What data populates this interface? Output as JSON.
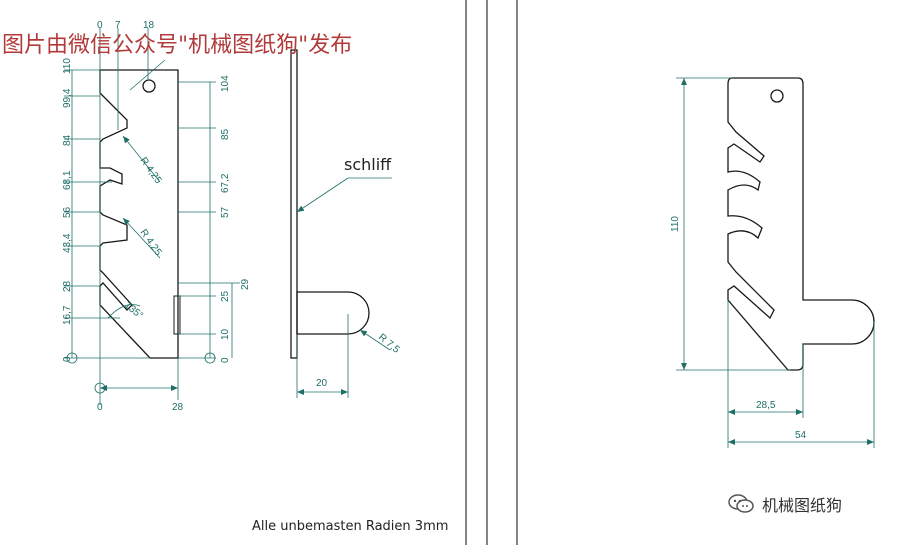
{
  "overlay_title": "图片由微信公众号\"机械图纸狗\"发布",
  "watermark": {
    "text": "机械图纸狗",
    "icon": "wechat-icon"
  },
  "drawing": {
    "line_color": "#1a1a1a",
    "dim_color": "#1f6f67",
    "front_view": {
      "top_dims": [
        "0",
        "7",
        "18"
      ],
      "left_dims": [
        "110",
        "99,4",
        "84",
        "68,1",
        "56",
        "43,4",
        "28",
        "16,7",
        "0"
      ],
      "right_dims": [
        "104",
        "85",
        "67,2",
        "57",
        "29",
        "25",
        "10",
        "0"
      ],
      "bottom_dims": [
        "0",
        "28"
      ],
      "radius_1": "R 4,25",
      "radius_2": "R 4,25",
      "angle": "135°"
    },
    "side_view": {
      "label": "schliff",
      "radius": "R 7,5",
      "width": "20"
    },
    "note": "Alle unbemasten Radien 3mm",
    "right_view": {
      "height": "110",
      "width_inner": "28,5",
      "width_total": "54"
    }
  }
}
